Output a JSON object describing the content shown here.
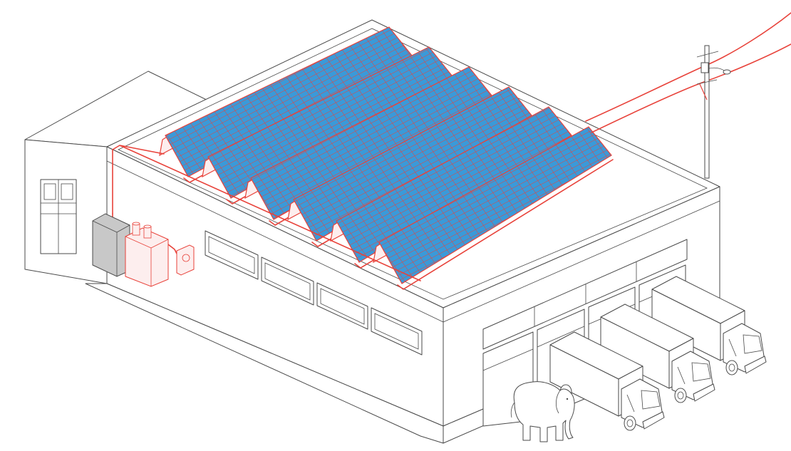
{
  "colors": {
    "building_outline": "#4a4a4a",
    "building_fill": "#ffffff",
    "wiring": "#e8423a",
    "panel_face": "#3a9ad9",
    "panel_grid": "#e8423a",
    "inverter_cabinet": "#c8c8c8",
    "generator_fill": "#fdeeee",
    "meter_fill": "#fdeeee"
  },
  "icons": {
    "building": "warehouse-building",
    "annex": "annex-building",
    "solar_rows": "solar-panel-row",
    "inverter": "inverter-cabinet-icon",
    "generator": "generator-icon",
    "meter": "electric-meter-icon",
    "utility_pole": "utility-pole-icon",
    "trucks": "delivery-truck-icon",
    "elephant": "elephant-icon"
  },
  "scene_data": {
    "solar_rows": 6,
    "trucks": 3,
    "loading_dock_doors": 4,
    "side_windows": 4
  }
}
